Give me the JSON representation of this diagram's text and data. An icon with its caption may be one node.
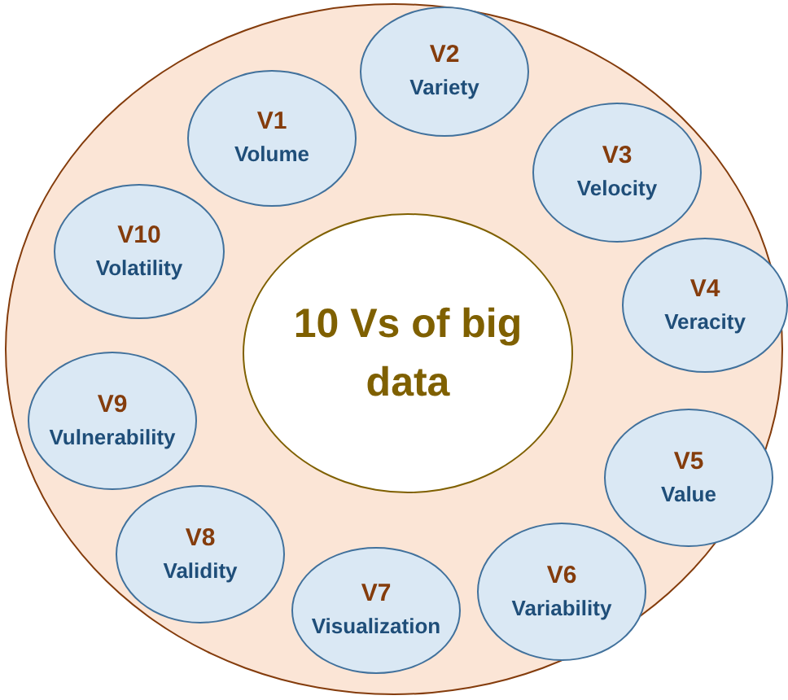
{
  "diagram": {
    "nodes": [
      {
        "text": [],
        "shape": "circle"
      },
      {
        "text": [
          "V1",
          "Volume"
        ],
        "in": 0
      },
      {
        "text": [
          "V2",
          "Variety"
        ],
        "in": 0
      },
      {
        "text": [
          "V3",
          "Velocity"
        ],
        "in": 0
      },
      {
        "text": [
          "V4",
          "Veracity"
        ],
        "in": 0
      },
      {
        "text": [
          "V5",
          "Value"
        ],
        "in": 0
      },
      {
        "text": [
          "V6",
          "Variability"
        ],
        "in": 0
      },
      {
        "text": [
          "V7",
          "Visualization"
        ],
        "in": 0
      },
      {
        "text": [
          "V8",
          "Validity"
        ],
        "in": 0
      },
      {
        "text": [
          "V9",
          "Vulnerability"
        ],
        "in": 0
      },
      {
        "text": [
          "V10",
          "Volatility"
        ],
        "in": 0
      },
      {
        "text": [
          "10 Vs of big data"
        ],
        "in": 0
      }
    ]
  }
}
